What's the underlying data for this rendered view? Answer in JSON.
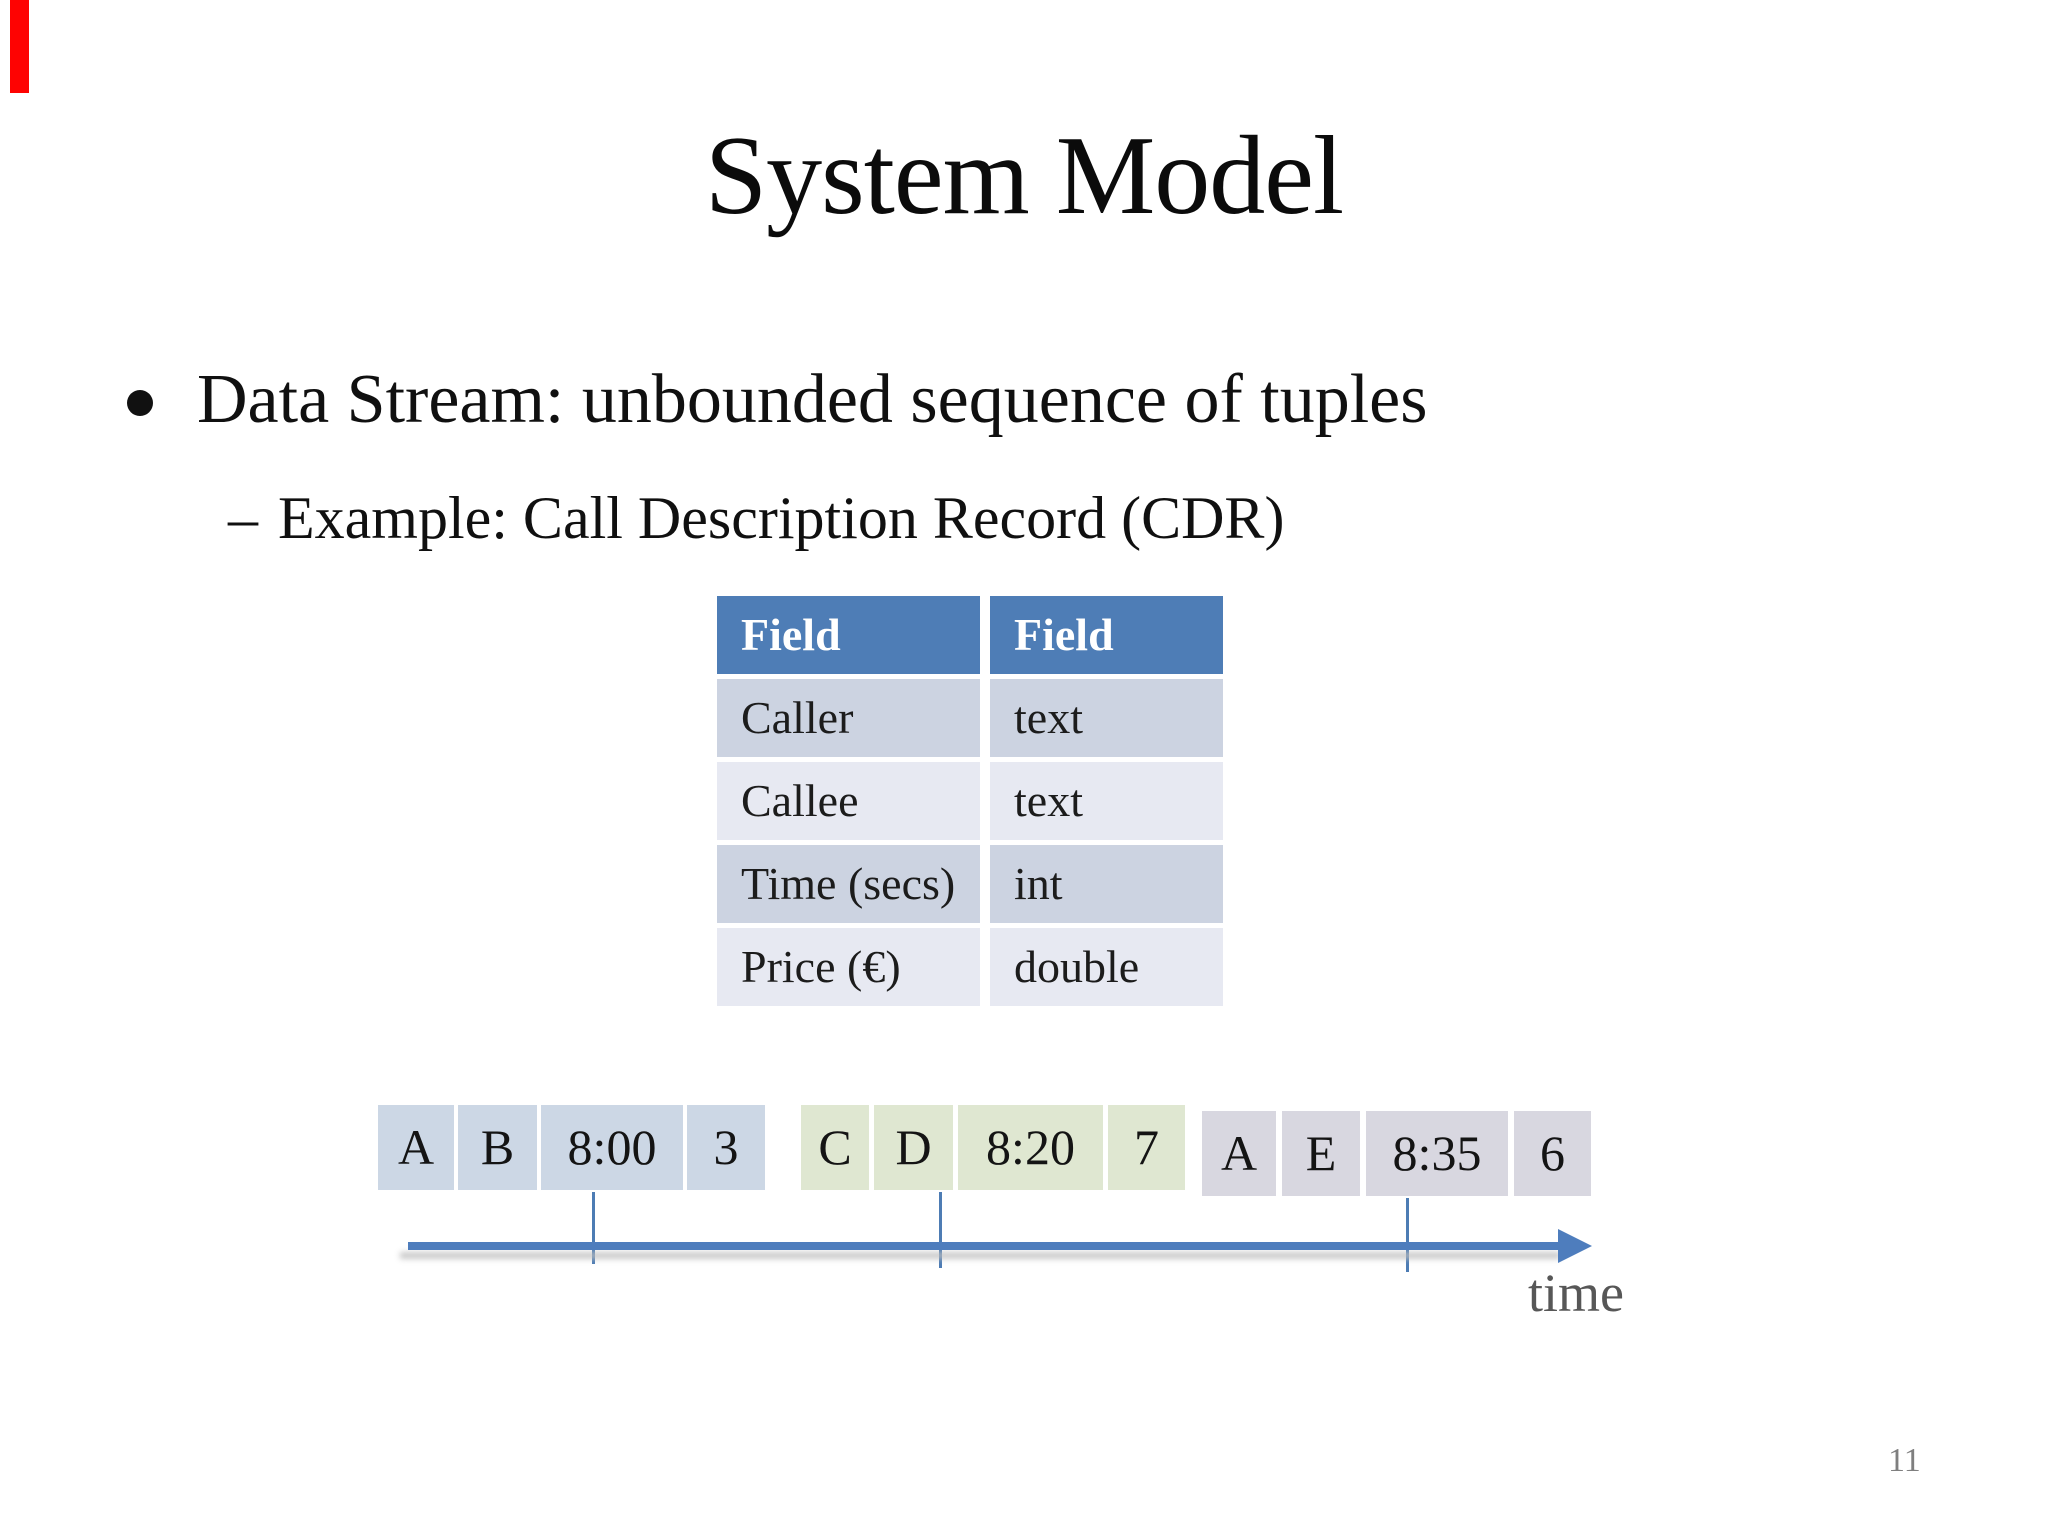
{
  "slide": {
    "title": "System Model",
    "page_number": "11"
  },
  "bullets": {
    "level1": "Data Stream: unbounded sequence of tuples",
    "level2_marker": "–",
    "level2": "Example: Call Description Record (CDR)"
  },
  "table": {
    "headers": [
      "Field",
      "Field"
    ],
    "rows": [
      [
        "Caller",
        "text"
      ],
      [
        "Callee",
        "text"
      ],
      [
        "Time (secs)",
        "int"
      ],
      [
        "Price (€)",
        "double"
      ]
    ]
  },
  "tuples": [
    {
      "cells": [
        "A",
        "B",
        "8:00",
        "3"
      ],
      "bg": "#ccd7e5"
    },
    {
      "cells": [
        "C",
        "D",
        "8:20",
        "7"
      ],
      "bg": "#dfe7d1"
    },
    {
      "cells": [
        "A",
        "E",
        "8:35",
        "6"
      ],
      "bg": "#d8d7e0"
    }
  ],
  "timeline": {
    "label": "time"
  },
  "colors": {
    "header_blue": "#4e7db6",
    "row_dark": "#ccd3e1",
    "row_light": "#e7e9f2",
    "tuple1_bg": "#ccd7e5",
    "tuple2_bg": "#dfe7d1",
    "tuple3_bg": "#d8d7e0",
    "arrow_blue": "#4e7dbd",
    "tick_blue": "#4d7cb4",
    "red_marker": "#fe0302",
    "time_gray": "#575757",
    "page_gray": "#7f7f7f"
  }
}
